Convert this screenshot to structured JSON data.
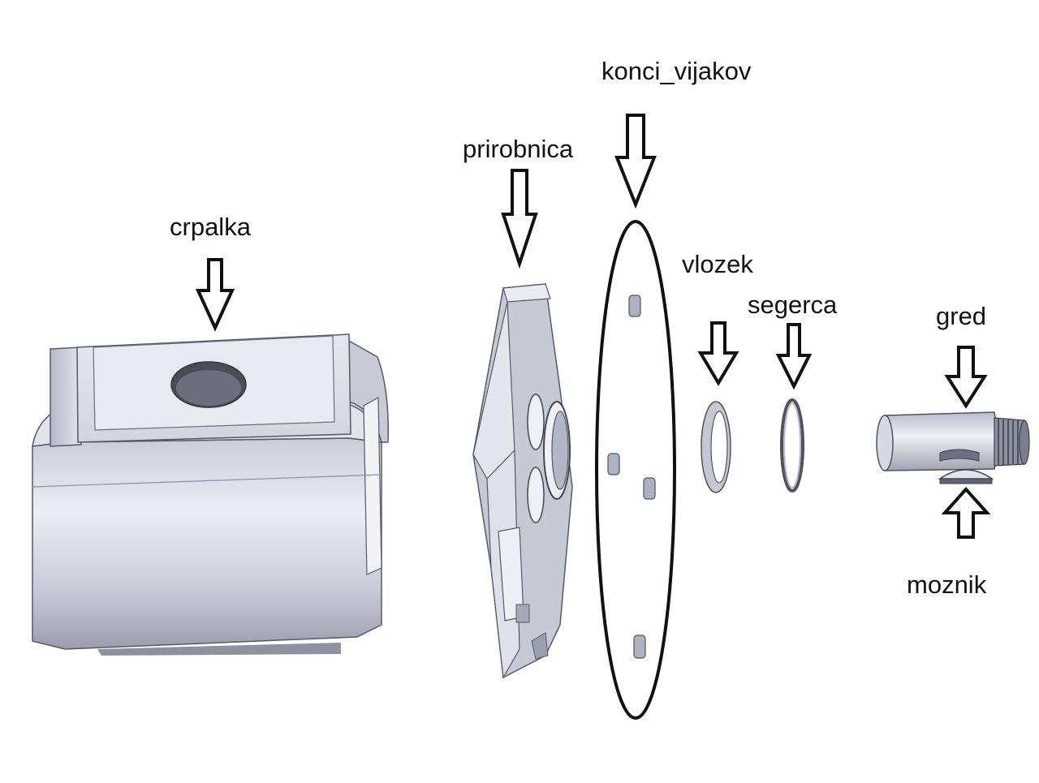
{
  "labels": {
    "crpalka": "crpalka",
    "prirobnica": "prirobnica",
    "konci_vijakov": "konci_vijakov",
    "vlozek": "vlozek",
    "segerca": "segerca",
    "gred": "gred",
    "moznik": "moznik"
  },
  "colors": {
    "background": "#ffffff",
    "part_light": "#d9dbe6",
    "part_mid": "#b9bccb",
    "part_dark": "#6d7080",
    "outline": "#111111"
  }
}
